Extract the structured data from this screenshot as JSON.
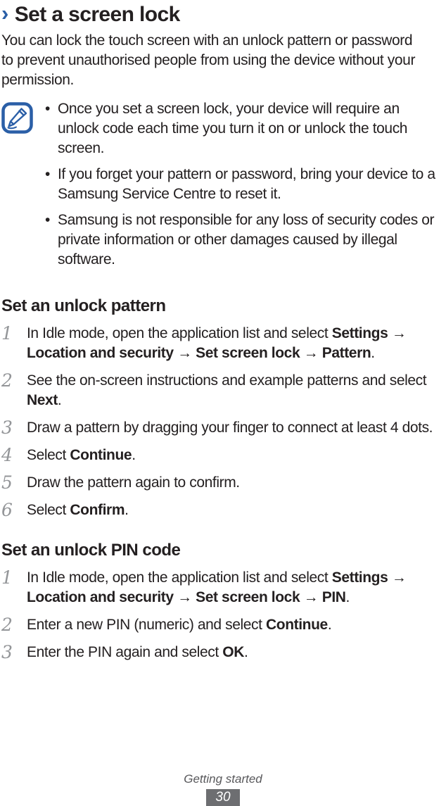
{
  "title": {
    "chevron": "›",
    "text": "Set a screen lock"
  },
  "intro": "You can lock the touch screen with an unlock pattern or password to prevent unauthorised people from using the device without your permission.",
  "icons": {
    "title_chevron_icon": "chevron-right-icon",
    "note_icon": "pencil-note-icon"
  },
  "note": {
    "bullets": [
      "Once you set a screen lock, your device will require an unlock code each time you turn it on or unlock the touch screen.",
      "If you forget your pattern or password, bring your device to a Samsung Service Centre to reset it.",
      "Samsung is not responsible for any loss of security codes or private information or other damages caused by illegal software."
    ]
  },
  "sections": [
    {
      "heading": "Set an unlock pattern",
      "steps": [
        {
          "n": "1",
          "parts": [
            [
              "In Idle mode, open the application list and select ",
              0
            ],
            [
              "Settings",
              1
            ],
            [
              " → ",
              0
            ],
            [
              "Location and security",
              1
            ],
            [
              " → ",
              0
            ],
            [
              "Set screen lock",
              1
            ],
            [
              " → ",
              0
            ],
            [
              "Pattern",
              1
            ],
            [
              ".",
              0
            ]
          ]
        },
        {
          "n": "2",
          "parts": [
            [
              "See the on-screen instructions and example patterns and select ",
              0
            ],
            [
              "Next",
              1
            ],
            [
              ".",
              0
            ]
          ]
        },
        {
          "n": "3",
          "parts": [
            [
              "Draw a pattern by dragging your finger to connect at least 4 dots.",
              0
            ]
          ]
        },
        {
          "n": "4",
          "parts": [
            [
              "Select ",
              0
            ],
            [
              "Continue",
              1
            ],
            [
              ".",
              0
            ]
          ]
        },
        {
          "n": "5",
          "parts": [
            [
              "Draw the pattern again to confirm.",
              0
            ]
          ]
        },
        {
          "n": "6",
          "parts": [
            [
              "Select ",
              0
            ],
            [
              "Confirm",
              1
            ],
            [
              ".",
              0
            ]
          ]
        }
      ]
    },
    {
      "heading": "Set an unlock PIN code",
      "steps": [
        {
          "n": "1",
          "parts": [
            [
              "In Idle mode, open the application list and select ",
              0
            ],
            [
              "Settings",
              1
            ],
            [
              " → ",
              0
            ],
            [
              "Location and security",
              1
            ],
            [
              " → ",
              0
            ],
            [
              "Set screen lock",
              1
            ],
            [
              " → ",
              0
            ],
            [
              "PIN",
              1
            ],
            [
              ".",
              0
            ]
          ]
        },
        {
          "n": "2",
          "parts": [
            [
              "Enter a new PIN (numeric) and select ",
              0
            ],
            [
              "Continue",
              1
            ],
            [
              ".",
              0
            ]
          ]
        },
        {
          "n": "3",
          "parts": [
            [
              "Enter the PIN again and select ",
              0
            ],
            [
              "OK",
              1
            ],
            [
              ".",
              0
            ]
          ]
        }
      ]
    }
  ],
  "footer": {
    "chapter": "Getting started",
    "page_number": "30"
  },
  "colors": {
    "accent_blue": "#2b5fa7",
    "body_text": "#242021",
    "step_number_gray": "#939598",
    "footer_gray": "#58585b",
    "page_badge_bg": "#6d6e71",
    "page_badge_text": "#ffffff"
  }
}
